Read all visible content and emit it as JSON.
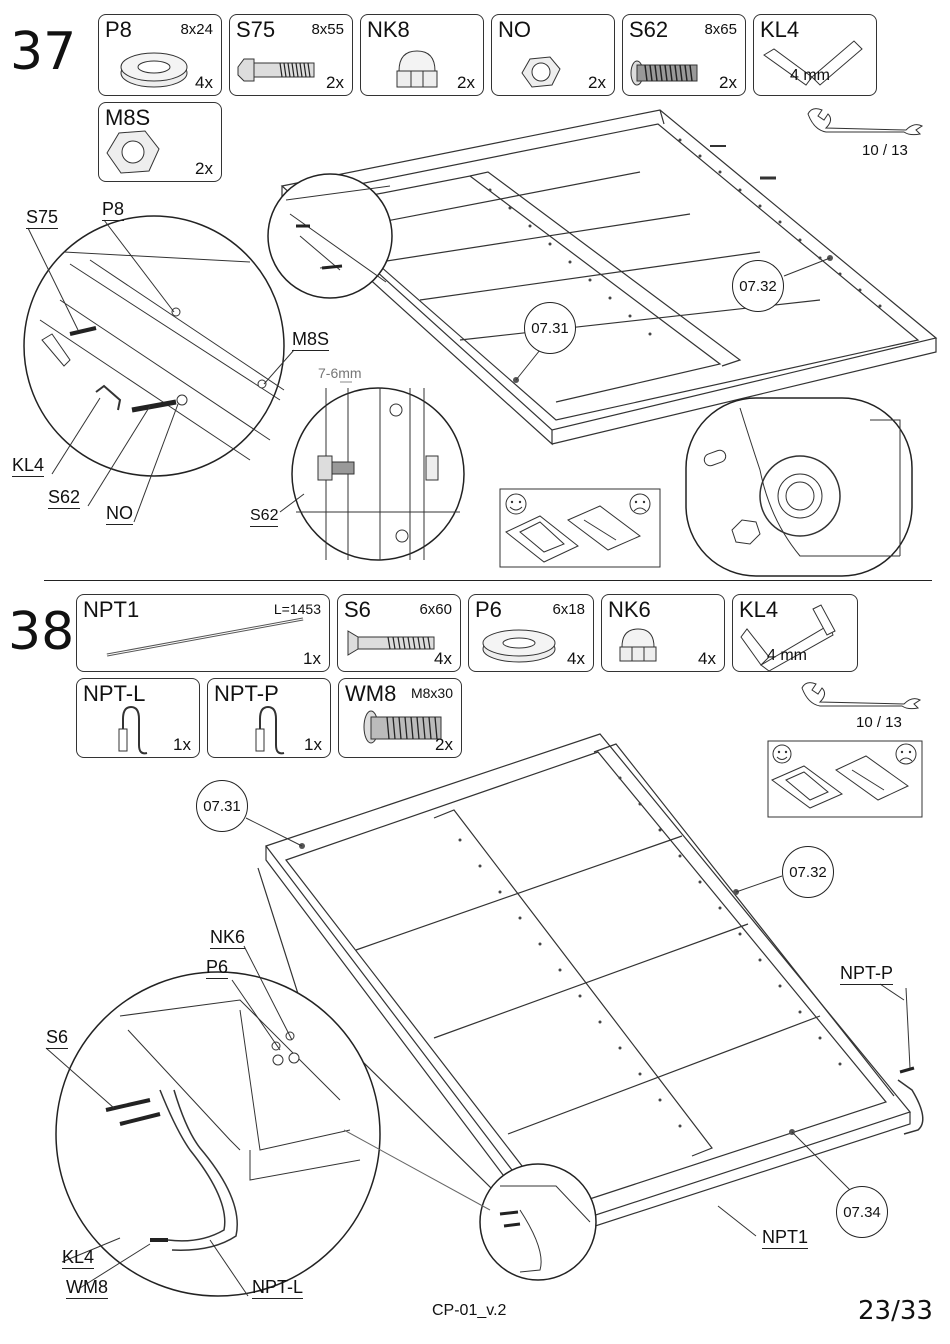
{
  "step37": {
    "number": "37",
    "parts": [
      {
        "code": "P8",
        "size": "8x24",
        "qty": "4x"
      },
      {
        "code": "S75",
        "size": "8x55",
        "qty": "2x"
      },
      {
        "code": "NK8",
        "size": "",
        "qty": "2x"
      },
      {
        "code": "NO",
        "size": "",
        "qty": "2x"
      },
      {
        "code": "S62",
        "size": "8x65",
        "qty": "2x"
      },
      {
        "code": "KL4",
        "size": "",
        "qty": "",
        "extra": "4 mm"
      },
      {
        "code": "M8S",
        "size": "",
        "qty": "2x"
      }
    ],
    "wrench": "10 / 13",
    "callouts": [
      "07.31",
      "07.32"
    ],
    "labels": {
      "s75": "S75",
      "p8": "P8",
      "m8s": "M8S",
      "kl4": "KL4",
      "s62": "S62",
      "no": "NO",
      "s62b": "S62",
      "gap": "7-6mm"
    }
  },
  "step38": {
    "number": "38",
    "parts": [
      {
        "code": "NPT1",
        "size": "L=1453",
        "qty": "1x"
      },
      {
        "code": "S6",
        "size": "6x60",
        "qty": "4x"
      },
      {
        "code": "P6",
        "size": "6x18",
        "qty": "4x"
      },
      {
        "code": "NK6",
        "size": "",
        "qty": "4x"
      },
      {
        "code": "KL4",
        "size": "",
        "qty": "",
        "extra": "4 mm"
      },
      {
        "code": "NPT-L",
        "size": "",
        "qty": "1x"
      },
      {
        "code": "NPT-P",
        "size": "",
        "qty": "1x"
      },
      {
        "code": "WM8",
        "size": "M8x30",
        "qty": "2x"
      }
    ],
    "wrench": "10 / 13",
    "callouts": [
      "07.31",
      "07.32",
      "07.34"
    ],
    "labels": {
      "nk6": "NK6",
      "p6": "P6",
      "s6": "S6",
      "kl4": "KL4",
      "wm8": "WM8",
      "nptl": "NPT-L",
      "nptp": "NPT-P",
      "npt1": "NPT1"
    }
  },
  "footer": {
    "doc": "CP-01_v.2",
    "page": "23/33"
  }
}
